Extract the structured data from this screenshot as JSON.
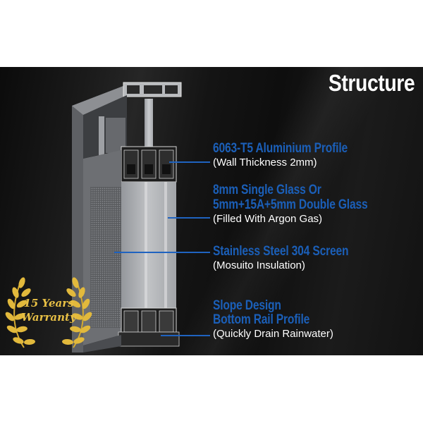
{
  "title": "Structure",
  "features": [
    {
      "heading_lines": [
        "6063-T5 Aluminium Profile"
      ],
      "note": "(Wall Thickness 2mm)"
    },
    {
      "heading_lines": [
        "8mm Single Glass Or",
        "5mm+15A+5mm Double Glass"
      ],
      "note": "(Filled With Argon Gas)"
    },
    {
      "heading_lines": [
        "Stainless Steel 304 Screen"
      ],
      "note": "(Mosuito Insulation)"
    },
    {
      "heading_lines": [
        "Slope Design",
        "Bottom Rail Profile"
      ],
      "note": "(Quickly Drain Rainwater)"
    }
  ],
  "badge": {
    "line1": "15 Years",
    "line2": "Warranty"
  },
  "colors": {
    "accent_blue": "#1b5fb8",
    "gold": "#e8c045",
    "background": "#141414",
    "frame": "#6b6d70"
  }
}
